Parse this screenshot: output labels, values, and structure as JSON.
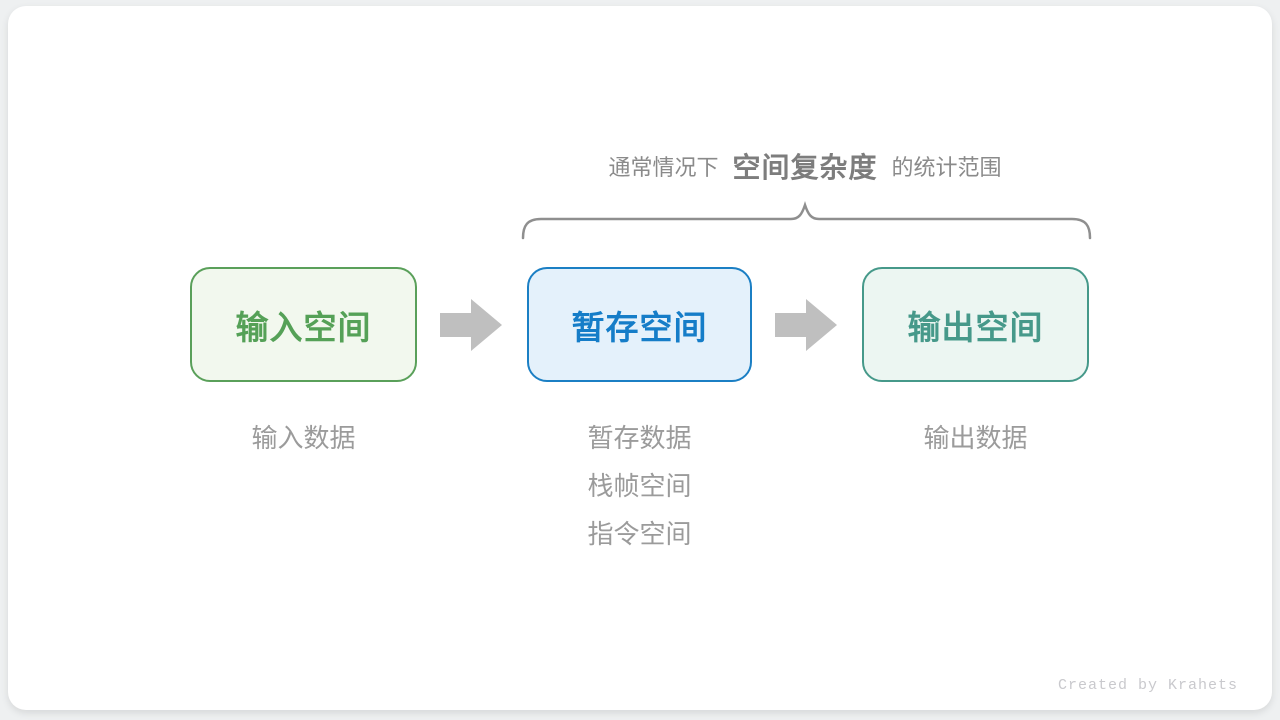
{
  "title": {
    "prefix": "通常情况下",
    "emphasis": "空间复杂度",
    "suffix": "的统计范围"
  },
  "boxes": [
    {
      "label": "输入空间",
      "accent": "#5aa05a",
      "fill": "#f2f8ee",
      "notes": [
        "输入数据"
      ]
    },
    {
      "label": "暂存空间",
      "accent": "#1b7fc4",
      "fill": "#e4f1fb",
      "notes": [
        "暂存数据",
        "栈帧空间",
        "指令空间"
      ]
    },
    {
      "label": "输出空间",
      "accent": "#46998a",
      "fill": "#ecf6f2",
      "notes": [
        "输出数据"
      ]
    }
  ],
  "icons": {
    "arrow_right": "right-block-arrow",
    "brace_top": "top-curly-brace"
  },
  "colors": {
    "arrow": "#bfbfbf",
    "brace": "#8f8f8f",
    "title_text": "#8a8a8a",
    "note_text": "#9b9b9b",
    "card_background": "#ffffff",
    "page_background": "#eef0f1"
  },
  "credit": "Created by Krahets"
}
